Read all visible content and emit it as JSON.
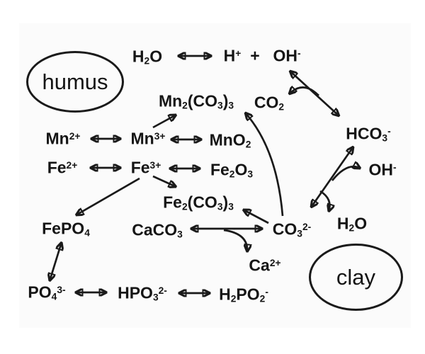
{
  "figure": {
    "background": "#ffffff",
    "panel_background": "#fbfbfb",
    "ink_color": "#1a1a1a",
    "description": "Chemical equilibrium diagram linking humus and clay with Mn, Fe, carbonate and phosphate species"
  },
  "regions": {
    "humus": "humus",
    "clay": "clay"
  },
  "nodes": {
    "h2o_top": {
      "text": "H2O",
      "segments": [
        {
          "t": "n",
          "v": "H"
        },
        {
          "t": "b",
          "v": "2"
        },
        {
          "t": "n",
          "v": "O"
        }
      ]
    },
    "h_plus": {
      "text": "H+",
      "segments": [
        {
          "t": "n",
          "v": "H"
        },
        {
          "t": "p",
          "v": "+"
        }
      ]
    },
    "plus_sign": {
      "text": "+",
      "segments": [
        {
          "t": "n",
          "v": "+"
        }
      ]
    },
    "oh_top": {
      "text": "OH-",
      "segments": [
        {
          "t": "n",
          "v": "OH"
        },
        {
          "t": "p",
          "v": "-"
        }
      ]
    },
    "mn2co33": {
      "text": "Mn2(CO3)3",
      "segments": [
        {
          "t": "n",
          "v": "Mn"
        },
        {
          "t": "b",
          "v": "2"
        },
        {
          "t": "n",
          "v": "(CO"
        },
        {
          "t": "b",
          "v": "3"
        },
        {
          "t": "n",
          "v": ")"
        },
        {
          "t": "b",
          "v": "3"
        }
      ]
    },
    "co2": {
      "text": "CO2",
      "segments": [
        {
          "t": "n",
          "v": "CO"
        },
        {
          "t": "b",
          "v": "2"
        }
      ]
    },
    "hco3": {
      "text": "HCO3-",
      "segments": [
        {
          "t": "n",
          "v": "HCO"
        },
        {
          "t": "b",
          "v": "3"
        },
        {
          "t": "p",
          "v": "-"
        }
      ]
    },
    "mn2plus": {
      "text": "Mn2+",
      "segments": [
        {
          "t": "n",
          "v": "Mn"
        },
        {
          "t": "p",
          "v": "2+"
        }
      ]
    },
    "mn3plus": {
      "text": "Mn3+",
      "segments": [
        {
          "t": "n",
          "v": "Mn"
        },
        {
          "t": "p",
          "v": "3+"
        }
      ]
    },
    "mno2": {
      "text": "MnO2",
      "segments": [
        {
          "t": "n",
          "v": "MnO"
        },
        {
          "t": "b",
          "v": "2"
        }
      ]
    },
    "fe2plus": {
      "text": "Fe2+",
      "segments": [
        {
          "t": "n",
          "v": "Fe"
        },
        {
          "t": "p",
          "v": "2+"
        }
      ]
    },
    "fe3plus": {
      "text": "Fe3+",
      "segments": [
        {
          "t": "n",
          "v": "Fe"
        },
        {
          "t": "p",
          "v": "3+"
        }
      ]
    },
    "fe2o3": {
      "text": "Fe2O3",
      "segments": [
        {
          "t": "n",
          "v": "Fe"
        },
        {
          "t": "b",
          "v": "2"
        },
        {
          "t": "n",
          "v": "O"
        },
        {
          "t": "b",
          "v": "3"
        }
      ]
    },
    "fe2co33": {
      "text": "Fe2(CO3)3",
      "segments": [
        {
          "t": "n",
          "v": "Fe"
        },
        {
          "t": "b",
          "v": "2"
        },
        {
          "t": "n",
          "v": "(CO"
        },
        {
          "t": "b",
          "v": "3"
        },
        {
          "t": "n",
          "v": ")"
        },
        {
          "t": "b",
          "v": "3"
        }
      ]
    },
    "oh_mid": {
      "text": "OH-",
      "segments": [
        {
          "t": "n",
          "v": "OH"
        },
        {
          "t": "p",
          "v": "-"
        }
      ]
    },
    "fepo4": {
      "text": "FePO4",
      "segments": [
        {
          "t": "n",
          "v": "FePO"
        },
        {
          "t": "b",
          "v": "4"
        }
      ]
    },
    "caco3": {
      "text": "CaCO3",
      "segments": [
        {
          "t": "n",
          "v": "CaCO"
        },
        {
          "t": "b",
          "v": "3"
        }
      ]
    },
    "co32minus": {
      "text": "CO3 2-",
      "segments": [
        {
          "t": "n",
          "v": "CO"
        },
        {
          "t": "b",
          "v": "3"
        },
        {
          "t": "p",
          "v": "2-"
        }
      ]
    },
    "h2o_mid": {
      "text": "H2O",
      "segments": [
        {
          "t": "n",
          "v": "H"
        },
        {
          "t": "b",
          "v": "2"
        },
        {
          "t": "n",
          "v": "O"
        }
      ]
    },
    "ca2plus": {
      "text": "Ca2+",
      "segments": [
        {
          "t": "n",
          "v": "Ca"
        },
        {
          "t": "p",
          "v": "2+"
        }
      ]
    },
    "po43minus": {
      "text": "PO4 3-",
      "segments": [
        {
          "t": "n",
          "v": "PO"
        },
        {
          "t": "b",
          "v": "4"
        },
        {
          "t": "p",
          "v": "3-"
        }
      ]
    },
    "hpo32minus": {
      "text": "HPO3 2-",
      "segments": [
        {
          "t": "n",
          "v": "HPO"
        },
        {
          "t": "b",
          "v": "3"
        },
        {
          "t": "p",
          "v": "2-"
        }
      ]
    },
    "h2po2minus": {
      "text": "H2PO2-",
      "segments": [
        {
          "t": "n",
          "v": "H"
        },
        {
          "t": "b",
          "v": "2"
        },
        {
          "t": "n",
          "v": "PO"
        },
        {
          "t": "b",
          "v": "2"
        },
        {
          "t": "p",
          "v": "-"
        }
      ]
    }
  },
  "edges": [
    {
      "from": "H2O",
      "to": "H+ + OH-",
      "type": "reversible"
    },
    {
      "from": "OH-",
      "to": "HCO3-",
      "type": "reversible",
      "branch": "CO2"
    },
    {
      "from": "HCO3-",
      "to": "CO3 2-",
      "type": "reversible",
      "branches": [
        "OH-",
        "H2O"
      ]
    },
    {
      "from": "Mn2+",
      "to": "Mn3+",
      "type": "reversible"
    },
    {
      "from": "Mn3+",
      "to": "MnO2",
      "type": "reversible"
    },
    {
      "from": "Mn3+",
      "to": "Mn2(CO3)3",
      "type": "one-way"
    },
    {
      "from": "Fe2+",
      "to": "Fe3+",
      "type": "reversible"
    },
    {
      "from": "Fe3+",
      "to": "Fe2O3",
      "type": "reversible"
    },
    {
      "from": "Fe3+",
      "to": "Fe2(CO3)3",
      "type": "one-way"
    },
    {
      "from": "Fe3+",
      "to": "FePO4",
      "type": "one-way"
    },
    {
      "from": "FePO4",
      "to": "PO4 3-",
      "type": "reversible"
    },
    {
      "from": "PO4 3-",
      "to": "HPO3 2-",
      "type": "reversible"
    },
    {
      "from": "HPO3 2-",
      "to": "H2PO2-",
      "type": "reversible"
    },
    {
      "from": "CaCO3",
      "to": "CO3 2-",
      "type": "reversible",
      "branch": "Ca2+"
    },
    {
      "from": "CO3 2-",
      "to": "Fe2(CO3)3",
      "type": "one-way"
    },
    {
      "from": "CO3 2-",
      "to": "Mn2(CO3)3",
      "type": "one-way"
    }
  ]
}
